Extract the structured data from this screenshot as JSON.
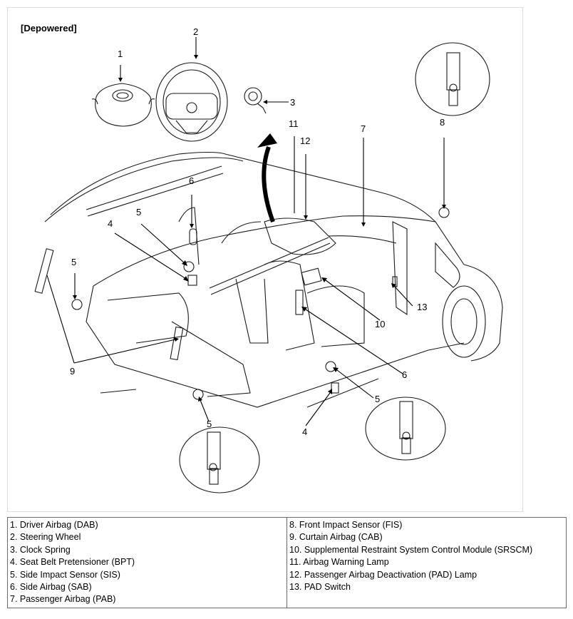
{
  "figure": {
    "state_label": "[Depowered]",
    "callouts": [
      "1",
      "2",
      "3",
      "4",
      "5",
      "6",
      "7",
      "8",
      "9",
      "10",
      "11",
      "12",
      "13"
    ]
  },
  "legend": {
    "left": [
      "1. Driver Airbag (DAB)",
      "2. Steering Wheel",
      "3. Clock Spring",
      "4. Seat Belt Pretensioner (BPT)",
      "5. Side Impact Sensor (SIS)",
      "6. Side Airbag (SAB)",
      "7. Passenger Airbag (PAB)"
    ],
    "right": [
      "8. Front Impact Sensor (FIS)",
      "9. Curtain Airbag (CAB)",
      "10. Supplemental Restraint System Control Module (SRSCM)",
      "11. Airbag Warning Lamp",
      "12. Passenger Airbag Deactivation (PAD) Lamp",
      "13. PAD Switch"
    ]
  }
}
